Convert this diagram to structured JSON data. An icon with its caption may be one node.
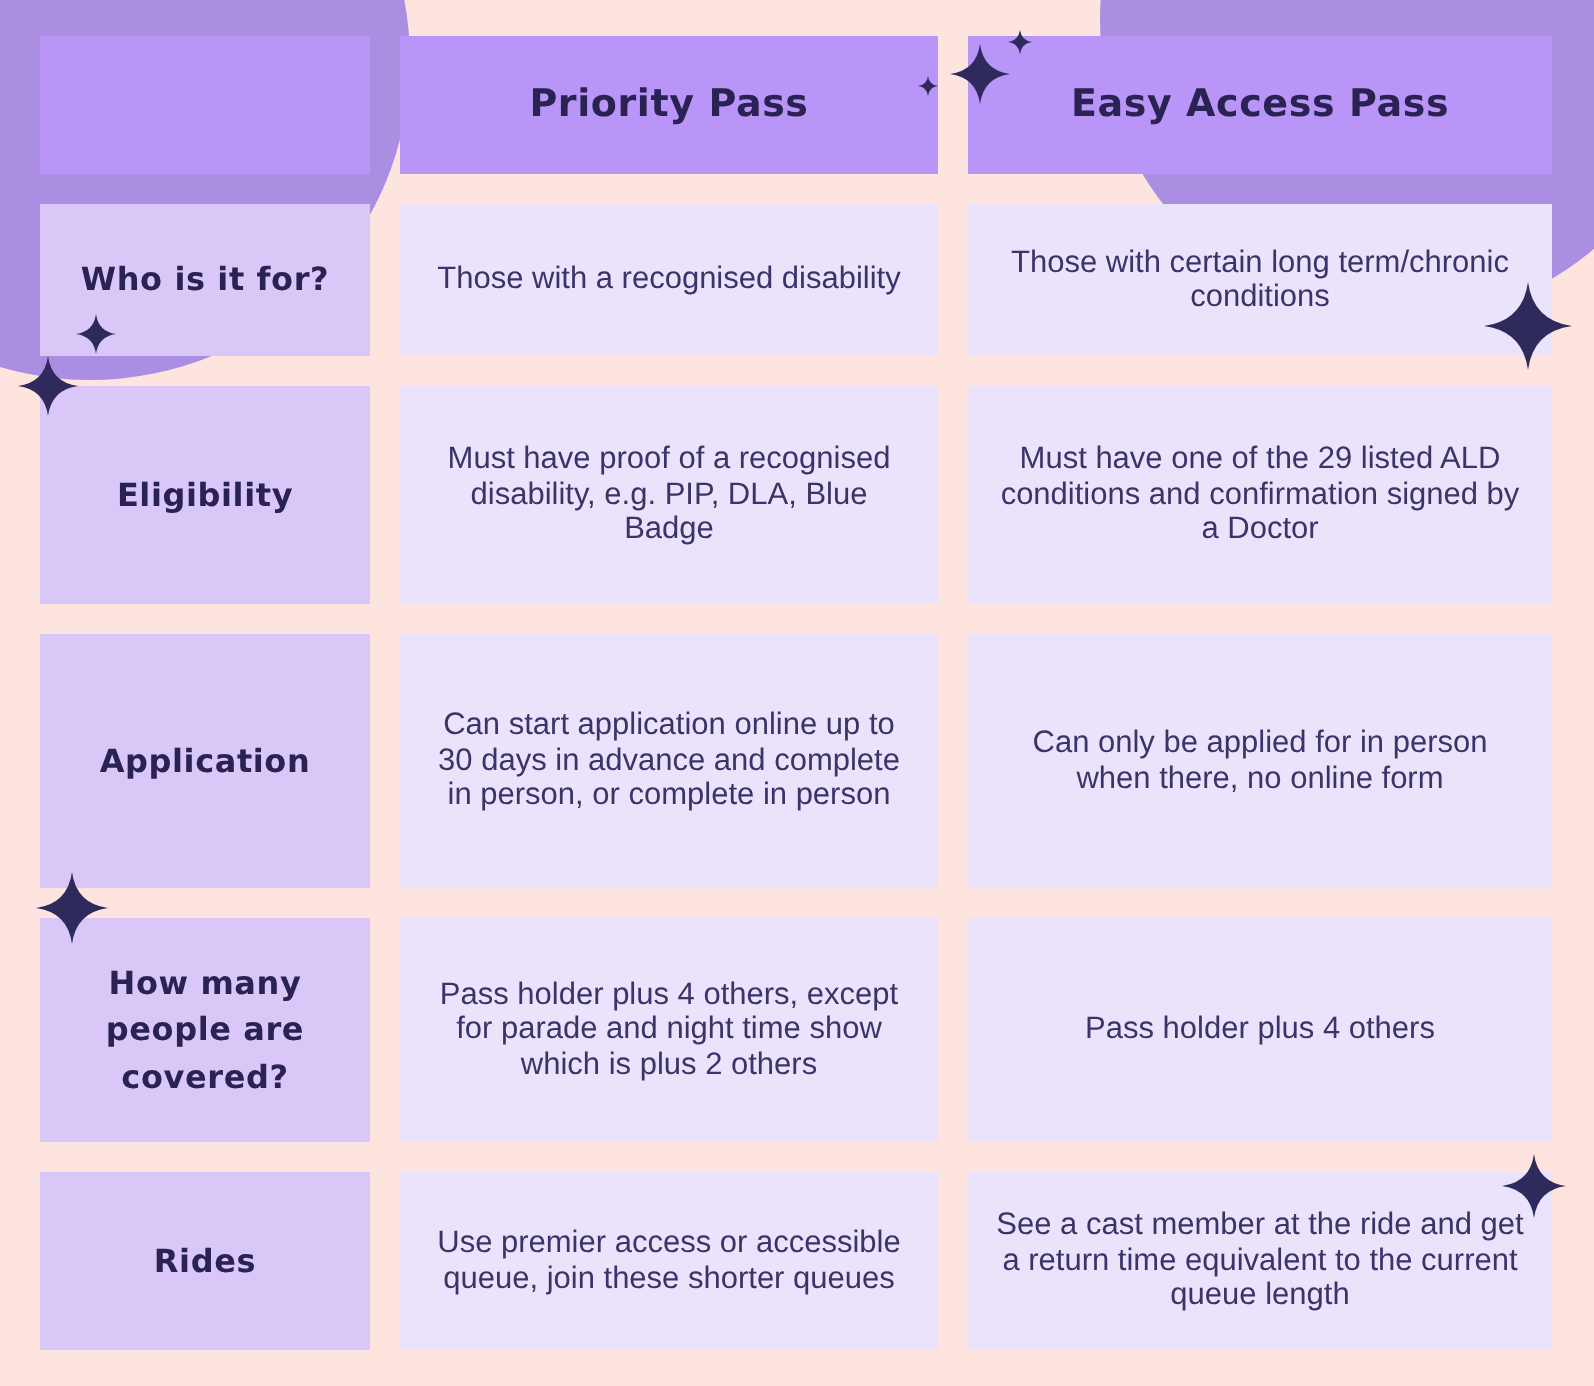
{
  "diagram": {
    "labels": [
      "Priority Pass",
      "Easy Access Pass",
      "Who is it for?",
      "Those with a recognised disability",
      "Those with certain long term/chronic conditions",
      "Eligibility",
      "Must have proof of a recognised disability, e.g. PIP, DLA, Blue Badge",
      "Must have one of the 29 listed ALD conditions and confirmation signed by a Doctor",
      "Application",
      "Can start application online up to 30 days in advance and complete in person, or complete in person",
      "Can only be applied for in person when there, no online form",
      "How many people are covered?",
      "Pass holder plus 4 others, except for parade and night time show which is plus 2 others",
      "Pass holder plus 4 others",
      "Rides",
      "Use premier access or accessible queue, join these shorter queues",
      "See a cast member at the ride and get a return time equivalent to the current queue length"
    ]
  }
}
